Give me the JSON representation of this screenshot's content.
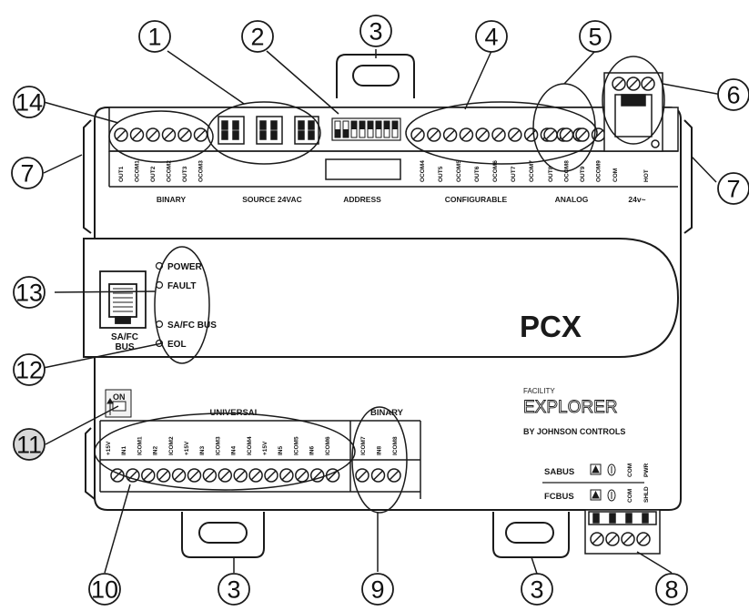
{
  "device": {
    "model": "PCX",
    "brand_line1": "FACILITY",
    "brand_line2": "EXPLORER",
    "brand_line3": "BY JOHNSON CONTROLS",
    "switch_on": "ON"
  },
  "top_labels": {
    "binary": "BINARY",
    "source": "SOURCE 24VAC",
    "address": "ADDRESS",
    "configurable": "CONFIGURABLE",
    "analog": "ANALOG",
    "power24": "24v~"
  },
  "top_terminals": {
    "binary": [
      "OUT1",
      "OCOM1",
      "OUT2",
      "OCOM2",
      "OUT3",
      "OCOM3"
    ],
    "configurable": [
      "OCOM4",
      "OUT5",
      "OCOM5",
      "OUT6",
      "OCOM6",
      "OUT7",
      "OCOM7"
    ],
    "analog": [
      "OUT8",
      "OCOM8",
      "OUT9",
      "OCOM9"
    ],
    "power": [
      "COM",
      "HOT"
    ]
  },
  "status_panel": {
    "port_label_line1": "SA/FC",
    "port_label_line2": "BUS",
    "leds": [
      "POWER",
      "FAULT",
      "SA/FC BUS",
      "EOL"
    ]
  },
  "bottom_labels": {
    "universal": "UNIVERSAL",
    "binary": "BINARY",
    "sabus": "SABUS",
    "fcbus": "FCBUS",
    "col_com_1": "COM",
    "col_pwr": "PWR",
    "col_com_2": "COM",
    "col_shld": "SHLD"
  },
  "bottom_terminals": {
    "universal": [
      "+15V",
      "IN1",
      "ICOM1",
      "IN2",
      "ICOM2",
      "+15V",
      "IN3",
      "ICOM3",
      "IN4",
      "ICOM4",
      "+15V",
      "IN5",
      "ICOM5",
      "IN6",
      "ICOM6"
    ],
    "binary": [
      "ICOM7",
      "IN8",
      "ICOM8"
    ]
  },
  "callouts": [
    "1",
    "2",
    "3",
    "4",
    "5",
    "6",
    "7",
    "7",
    "8",
    "3",
    "9",
    "10",
    "11",
    "12",
    "13",
    "14",
    "3"
  ],
  "colors": {
    "outline": "#1a1a1a",
    "panel": "#ffffff",
    "highlight_callout": "#d9d9d9"
  }
}
